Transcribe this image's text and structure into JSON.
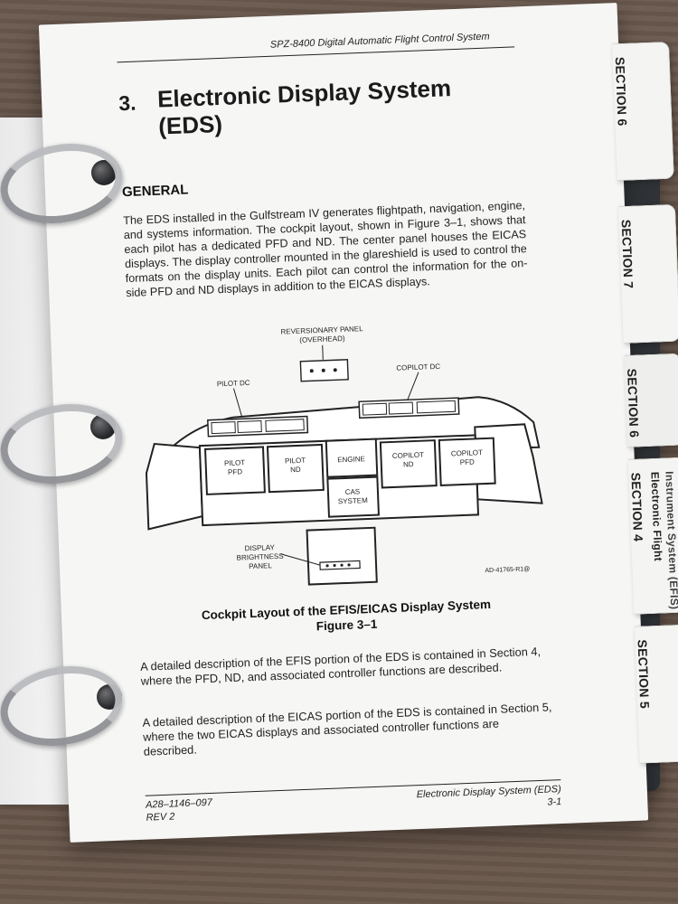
{
  "document": {
    "header": "SPZ-8400 Digital Automatic Flight Control System",
    "chapter_number": "3.",
    "chapter_title": "Electronic Display System\n(EDS)",
    "section_heading": "GENERAL",
    "general_paragraph": "The EDS installed in the Gulfstream IV generates flightpath, navigation, engine, and systems information. The cockpit layout, shown in Figure 3–1, shows that each pilot has a dedicated PFD and ND. The center panel houses the EICAS displays. The display controller mounted in the glareshield is used to control the formats on the display units. Each pilot can control the information for the on-side PFD and ND displays in addition to the EICAS displays.",
    "figure": {
      "labels": {
        "reversionary_line1": "REVERSIONARY PANEL",
        "reversionary_line2": "(OVERHEAD)",
        "pilot_dc": "PILOT DC",
        "copilot_dc": "COPILOT DC",
        "pilot_pfd_1": "PILOT",
        "pilot_pfd_2": "PFD",
        "pilot_nd_1": "PILOT",
        "pilot_nd_2": "ND",
        "engine": "ENGINE",
        "copilot_nd_1": "COPILOT",
        "copilot_nd_2": "ND",
        "copilot_pfd_1": "COPILOT",
        "copilot_pfd_2": "PFD",
        "cas_1": "CAS",
        "cas_2": "SYSTEM",
        "dbp_1": "DISPLAY",
        "dbp_2": "BRIGHTNESS",
        "dbp_3": "PANEL",
        "ref": "AD-41765-R1@"
      },
      "caption_line1": "Cockpit Layout of the EFIS/EICAS Display System",
      "caption_line2": "Figure 3–1"
    },
    "paragraph2": "A detailed description of the EFIS portion of the EDS is contained in Section 4, where the PFD, ND, and associated controller functions are described.",
    "paragraph3": "A detailed description of the EICAS portion of the EDS is contained in Section 5, where the two EICAS displays and associated controller functions are described.",
    "footer_left": "A28–1146–097\nREV 2",
    "footer_right": "Electronic Display System (EDS)\n3-1"
  },
  "tabs": {
    "section6": "SECTION 6",
    "section7": "SECTION 7",
    "section6_partial": "SECTION 6",
    "section4": "SECTION 4",
    "section4_line2": "Electronic Flight",
    "section4_line3": "Instrument System (EFIS)",
    "section5": "SECTION 5"
  }
}
